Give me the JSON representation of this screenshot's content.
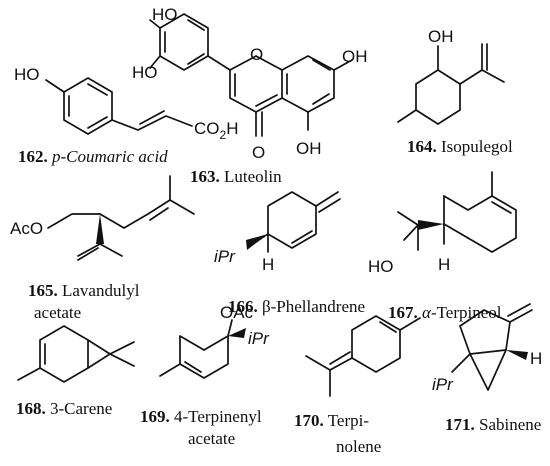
{
  "compounds": [
    {
      "number": "162.",
      "name": "p-Coumaric acid",
      "atoms": [
        "HO",
        "CO",
        "2",
        "H"
      ]
    },
    {
      "number": "163.",
      "name": "Luteolin",
      "atoms": [
        "HO",
        "HO",
        "O",
        "OH",
        "O",
        "OH"
      ]
    },
    {
      "number": "164.",
      "name": "Isopulegol",
      "atoms": [
        "OH"
      ]
    },
    {
      "number": "165.",
      "name": "Lavandulyl",
      "name2": "acetate",
      "atoms": [
        "AcO"
      ]
    },
    {
      "number": "166.",
      "name": "β-Phellandrene",
      "atoms": [
        "iPr",
        "H"
      ]
    },
    {
      "number": "167.",
      "name": "α-Terpineol",
      "atoms": [
        "HO",
        "H"
      ]
    },
    {
      "number": "168.",
      "name": "3-Carene",
      "atoms": []
    },
    {
      "number": "169.",
      "name": "4-Terpinenyl",
      "name2": "acetate",
      "atoms": [
        "OAc",
        "iPr"
      ]
    },
    {
      "number": "170.",
      "name": "Terpi-",
      "name2": "nolene",
      "atoms": []
    },
    {
      "number": "171.",
      "name": "Sabinene",
      "atoms": [
        "H",
        "iPr"
      ]
    }
  ]
}
